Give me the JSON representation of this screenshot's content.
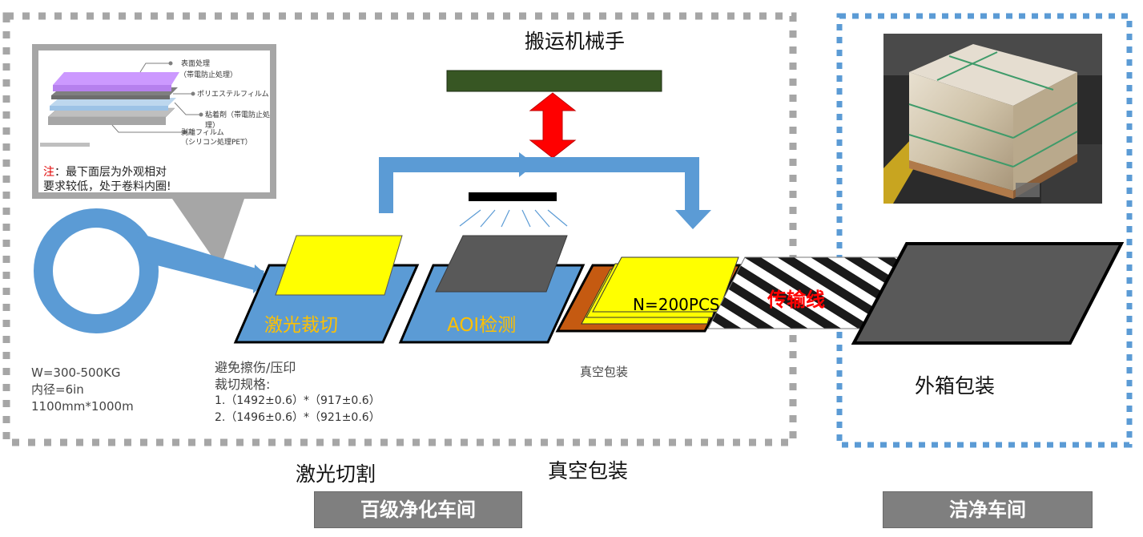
{
  "zones": {
    "clean_room_100": "百级净化车间",
    "clean_room": "洁净车间"
  },
  "roll": {
    "legend": {
      "surface_treatment": "表面处理",
      "surface_treatment_sub": "（帯電防止処理）",
      "polyester_film": "ポリエステルフィルム",
      "adhesive": "粘着剤（帯電防止処",
      "adhesive_sub": "理）",
      "release_film": "剥離フィルム",
      "release_film_sub": "（シリコン処理PET）"
    },
    "note_prefix": "注",
    "note_line1": "：最下面层为外观相对",
    "note_line2": "要求较低，处于卷料内圈!",
    "spec_weight": "W=300-500KG",
    "spec_inner": "内径=6in",
    "spec_size": "1100mm*1000m"
  },
  "robot": {
    "title": "搬运机械手"
  },
  "stations": {
    "laser_cut": "激光裁切",
    "aoi": "AOI检测",
    "stack_count": "N=200PCS",
    "conveyor": "传输线"
  },
  "laser_notes": {
    "avoid": "避免擦伤/压印",
    "spec_title": "裁切规格:",
    "spec1": "1.（1492±0.6）*（917±0.6）",
    "spec2": "2.（1496±0.6）*（921±0.6）"
  },
  "vacuum_small": "真空包装",
  "stage_laser": "激光切割",
  "stage_vacuum": "真空包装",
  "outer_packing": "外箱包装",
  "colors": {
    "blue": "#5b9bd5",
    "yellow": "#ffff00",
    "dark_gray": "#595959",
    "orange": "#c55a11",
    "red": "#ff0000",
    "robot_green": "#375623",
    "label_gray": "#7f7f7f"
  }
}
